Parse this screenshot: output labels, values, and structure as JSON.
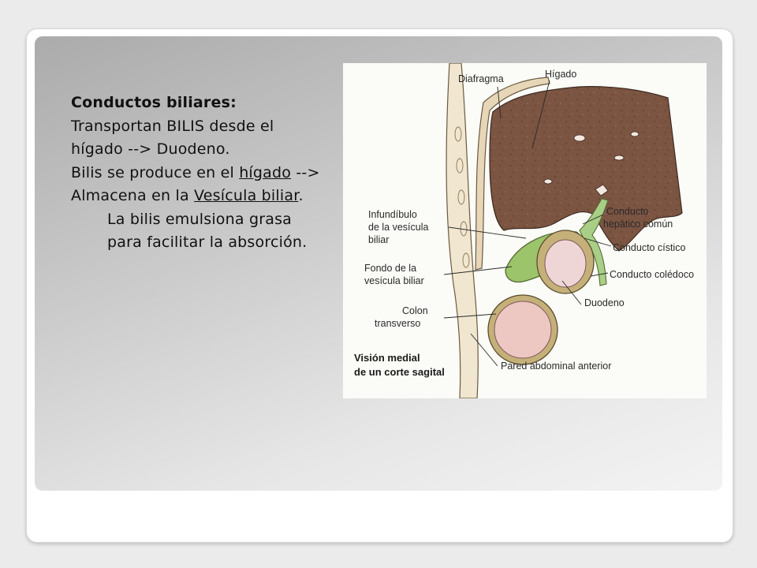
{
  "slide": {
    "title": "Conductos biliares:",
    "p1": "Transportan BILIS desde el hígado --> Duodeno.",
    "p2_a": "Bilis se produce en el ",
    "p2_link1": "hígado",
    "p2_b": " --> Almacena en la ",
    "p2_link2": "Vesícula biliar",
    "p2_c": ".",
    "p3": "La bilis emulsiona grasa para facilitar la absorción."
  },
  "figure": {
    "labels": {
      "diafragma": "Diafragma",
      "higado": "Hígado",
      "infundibulo_1": "Infundíbulo",
      "infundibulo_2": "de la vesícula",
      "infundibulo_3": "biliar",
      "fondo_1": "Fondo de la",
      "fondo_2": "vesícula biliar",
      "colon_1": "Colon",
      "colon_2": "transverso",
      "hepatico_1": "Conducto",
      "hepatico_2": "hepático común",
      "cistico": "Conducto cístico",
      "coledoco": "Conducto colédoco",
      "duodeno": "Duodeno",
      "pared": "Pared abdominal anterior",
      "vision_1": "Visión medial",
      "vision_2": "de un corte sagital"
    },
    "colors": {
      "liver": "#7b5442",
      "gallbladder": "#9cc46a",
      "duct": "#a9cf86",
      "duodenum_lumen": "#efd6d6",
      "colon_lumen": "#edc7c2",
      "wall": "#f1e6cf"
    }
  }
}
